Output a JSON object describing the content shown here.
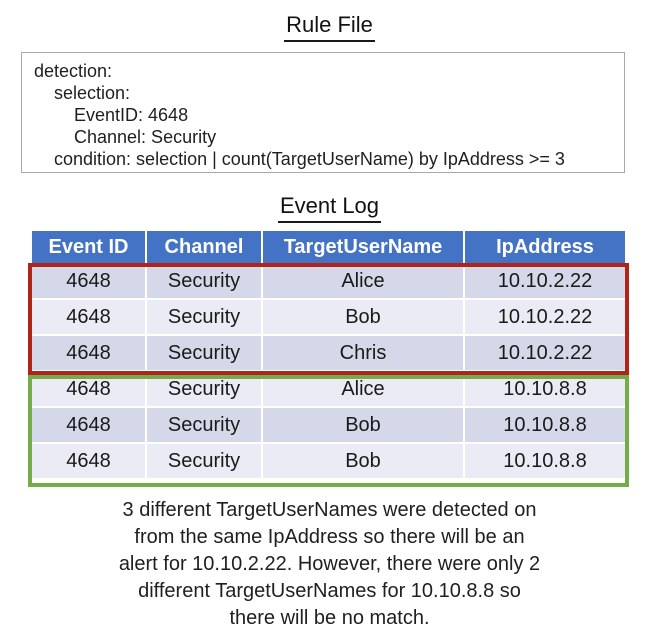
{
  "rule_file": {
    "title": "Rule File",
    "lines": [
      "detection:",
      "    selection:",
      "        EventID: 4648",
      "        Channel: Security",
      "    condition: selection | count(TargetUserName) by IpAddress >= 3"
    ]
  },
  "event_log": {
    "title": "Event Log",
    "columns": [
      "Event ID",
      "Channel",
      "TargetUserName",
      "IpAddress"
    ],
    "rows": [
      [
        "4648",
        "Security",
        "Alice",
        "10.10.2.22"
      ],
      [
        "4648",
        "Security",
        "Bob",
        "10.10.2.22"
      ],
      [
        "4648",
        "Security",
        "Chris",
        "10.10.2.22"
      ],
      [
        "4648",
        "Security",
        "Alice",
        "10.10.8.8"
      ],
      [
        "4648",
        "Security",
        "Bob",
        "10.10.8.8"
      ],
      [
        "4648",
        "Security",
        "Bob",
        "10.10.8.8"
      ]
    ],
    "groups": [
      {
        "name": "alert-group-10.10.2.22",
        "rows": [
          0,
          1,
          2
        ],
        "outline_color": "#b0241b"
      },
      {
        "name": "no-match-group-10.10.8.8",
        "rows": [
          3,
          4,
          5
        ],
        "outline_color": "#74ac49"
      }
    ]
  },
  "caption": {
    "lines": [
      "3 different TargetUserNames were detected on",
      "from the same IpAddress so there will be an",
      "alert for 10.10.2.22. However, there were only 2",
      "different TargetUserNames for 10.10.8.8 so",
      "there will be no match."
    ]
  },
  "colors": {
    "header_blue": "#4472c4",
    "band_dark": "#d5d8e8",
    "band_light": "#eaebf4",
    "alert_outline_red": "#b0241b",
    "no_match_outline_green": "#74ac49"
  }
}
